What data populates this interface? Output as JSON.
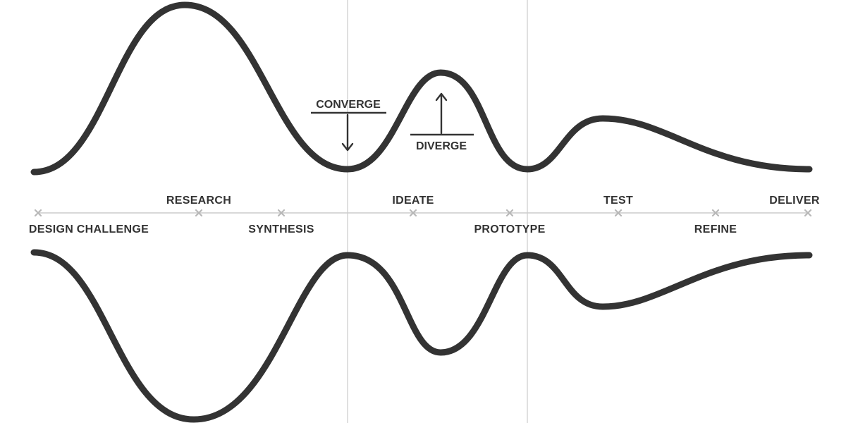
{
  "colors": {
    "wave": "#333333",
    "divider": "#cccccc",
    "timeline": "#cccccc",
    "marker": "#b8b8b8"
  },
  "stages_above": {
    "research": "RESEARCH",
    "ideate": "IDEATE",
    "test": "TEST",
    "deliver": "DELIVER"
  },
  "stages_below": {
    "design_challenge": "DESIGN CHALLENGE",
    "synthesis": "SYNTHESIS",
    "prototype": "PROTOTYPE",
    "refine": "REFINE"
  },
  "annotations": {
    "converge": "CONVERGE",
    "diverge": "DIVERGE"
  }
}
